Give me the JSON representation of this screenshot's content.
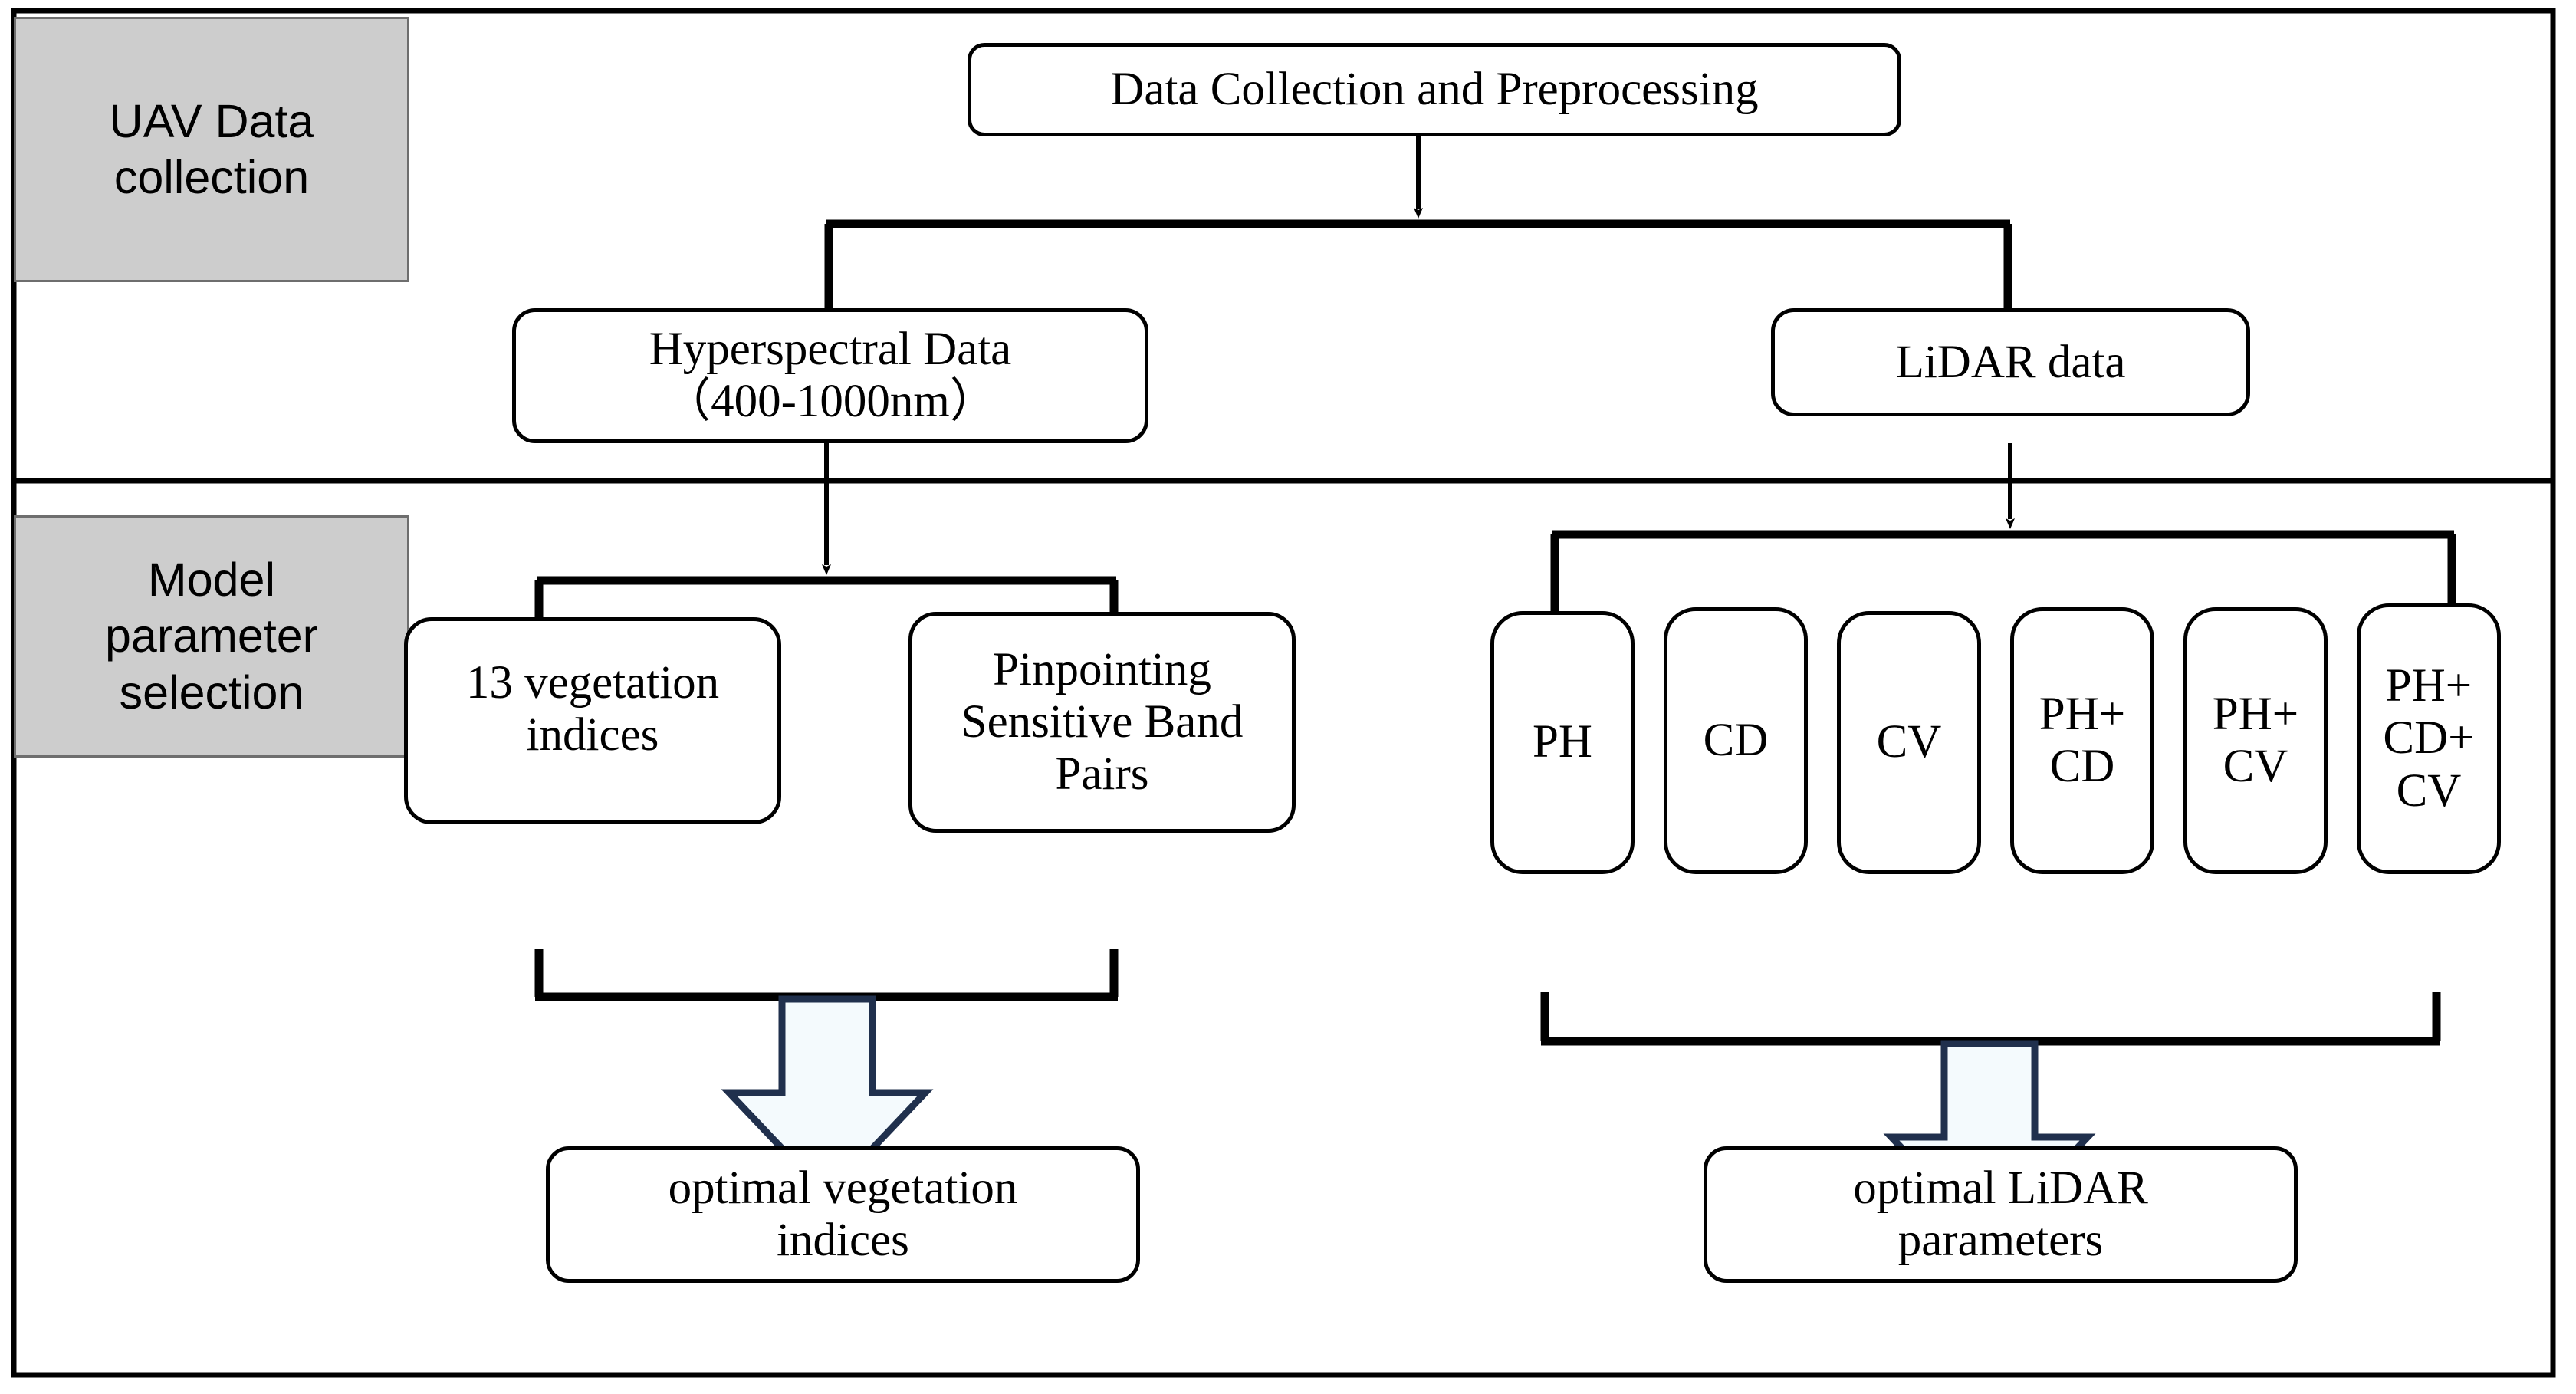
{
  "diagram": {
    "title": "UAV data collection and model parameter selection workflow",
    "type": "flowchart",
    "colors": {
      "node_stroke": "#000000",
      "node_fill": "#ffffff",
      "stage_label_fill": "#cdcdcd",
      "stage_label_stroke": "#6e6e6e",
      "frame_stroke": "#000000",
      "block_arrow_stroke": "#20304d",
      "block_arrow_fill": "#f4fafd"
    }
  },
  "stages": [
    {
      "id": "stage-uav",
      "label": "UAV Data\ncollection"
    },
    {
      "id": "stage-model",
      "label": "Model\nparameter\nselection"
    }
  ],
  "nodes": {
    "data_collection": {
      "label": "Data Collection and Preprocessing"
    },
    "hyperspectral": {
      "line1": "Hyperspectral Data",
      "line2": "（400-1000nm）"
    },
    "lidar": {
      "label": "LiDAR data"
    },
    "vegetation_indices": {
      "line1": "13 vegetation",
      "line2": "indices"
    },
    "band_pairs": {
      "line1": "Pinpointing",
      "line2": "Sensitive Band",
      "line3": "Pairs"
    },
    "optimal_vegetation": {
      "line1": "optimal vegetation",
      "line2": "indices"
    },
    "optimal_lidar": {
      "line1": "optimal LiDAR",
      "line2": "parameters"
    }
  },
  "lidar_parameters": [
    {
      "id": "ph",
      "lines": [
        "PH"
      ]
    },
    {
      "id": "cd",
      "lines": [
        "CD"
      ]
    },
    {
      "id": "cv",
      "lines": [
        "CV"
      ]
    },
    {
      "id": "ph-cd",
      "lines": [
        "PH+",
        "CD"
      ]
    },
    {
      "id": "ph-cv",
      "lines": [
        "PH+",
        "CV"
      ]
    },
    {
      "id": "ph-cd-cv",
      "lines": [
        "PH+",
        "CD+",
        "CV"
      ]
    }
  ],
  "connectors": [
    {
      "id": "collection-to-split",
      "kind": "arrow-down"
    },
    {
      "id": "split-to-hyperspectral",
      "kind": "elbow"
    },
    {
      "id": "split-to-lidar",
      "kind": "elbow"
    },
    {
      "id": "hyperspectral-to-fork",
      "kind": "arrow-down"
    },
    {
      "id": "lidar-to-fork",
      "kind": "arrow-down"
    },
    {
      "id": "vegetation-merge",
      "kind": "bracket"
    },
    {
      "id": "lidar-merge",
      "kind": "bracket"
    },
    {
      "id": "vegetation-block-arrow",
      "kind": "block-arrow-down"
    },
    {
      "id": "lidar-block-arrow",
      "kind": "block-arrow-down"
    }
  ]
}
